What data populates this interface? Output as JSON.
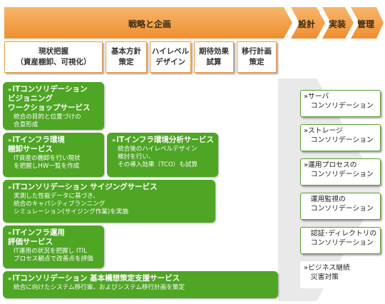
{
  "stages": {
    "strategy": "戦略と企画",
    "design": "設計",
    "implementation": "実装",
    "operation": "管理"
  },
  "steps": [
    "現状把握\n（資産棚卸、可視化）",
    "基本方針\n策定",
    "ハイレベル\nデザイン",
    "期待効果\n試算",
    "移行計画\n策定"
  ],
  "services": {
    "workshop": {
      "title": "ITコンソリデーション\nビジョニング\nワークショップサービス",
      "desc": "統合の目的と位置づけの\n合意形成"
    },
    "inventory": {
      "title": "ITインフラ環境\n棚卸サービス",
      "desc": "IT資産の棚卸を行い現状\nを把握しHW一覧を作成"
    },
    "analysis": {
      "title": "ITインフラ環境分析サービス",
      "desc": "統合後のハイレベルデザイン\n検討を行い、\nその導入効果（TCO）も試算"
    },
    "sizing": {
      "title": "ITコンソリデーション サイジングサービス",
      "desc": "実測した性能データに基づき、\n統合のキャパシティプランニング\nシミュレーション(サイジング作業)を実施"
    },
    "ops_eval": {
      "title": "ITインフラ運用\n評価サービス",
      "desc": "IT運用の状況を把握し ITIL\nプロセス観点で改善点を評価"
    },
    "basic_plan": {
      "title": "ITコンソリデーション 基本構想策定支援サービス",
      "desc": "統合に向けたシステム移行案、およびシステム移行計画を策定"
    }
  },
  "bullet": "»",
  "consolidations": [
    "»サーバ\n　コンソリデーション",
    "»ストレージ\n　コンソリデーション",
    "»運用プロセスの\n　コンソリデーション",
    "　運用監視の\n　コンソリデーション",
    "　認証･ディレクトリの\n　コンソリデーション",
    "»ビジネス継続\n　災害対策"
  ],
  "colors": {
    "orange": "#f4a04a",
    "green": "#4fa524",
    "arrow_gray": "#e8e8e8"
  }
}
